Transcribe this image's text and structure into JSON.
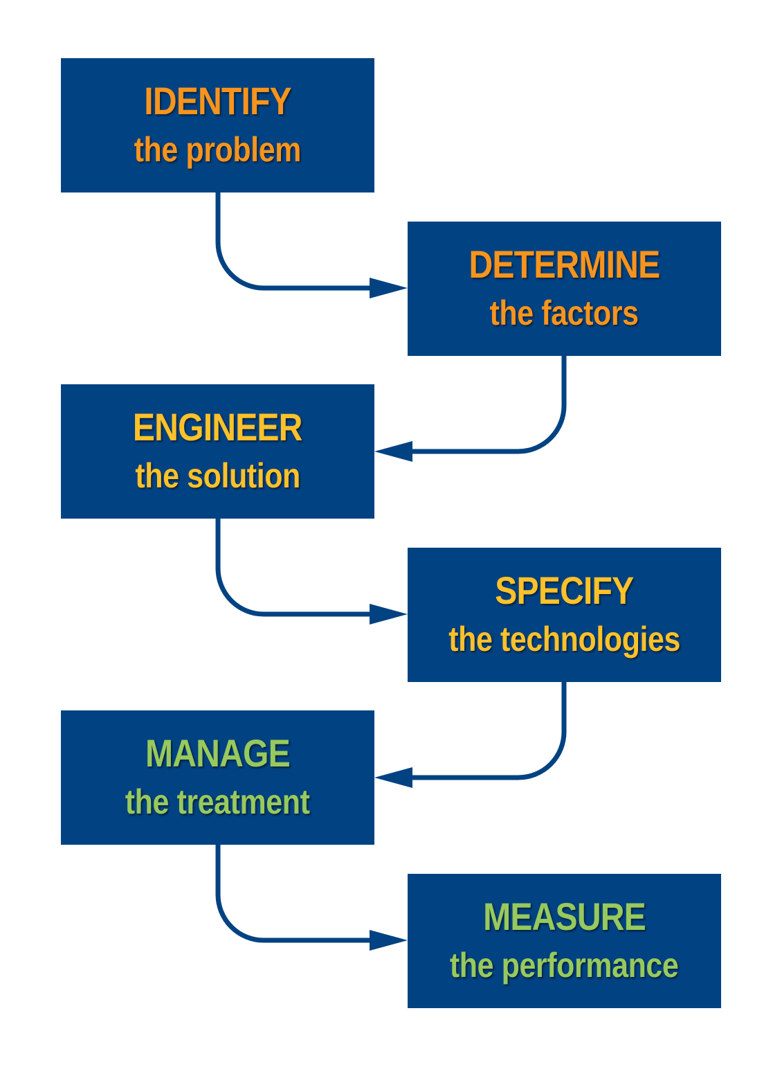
{
  "colors": {
    "box_fill": "#004282",
    "connector": "#004282",
    "orange": "#f7941d",
    "gold": "#fdc12a",
    "green": "#97c95d"
  },
  "steps": [
    {
      "verb": "IDENTIFY",
      "object": "the problem",
      "color": "#f7941d"
    },
    {
      "verb": "DETERMINE",
      "object": "the factors",
      "color": "#f7941d"
    },
    {
      "verb": "ENGINEER",
      "object": "the solution",
      "color": "#fdc12a"
    },
    {
      "verb": "SPECIFY",
      "object": "the technologies",
      "color": "#fdc12a"
    },
    {
      "verb": "MANAGE",
      "object": "the treatment",
      "color": "#97c95d"
    },
    {
      "verb": "MEASURE",
      "object": "the performance",
      "color": "#97c95d"
    }
  ]
}
